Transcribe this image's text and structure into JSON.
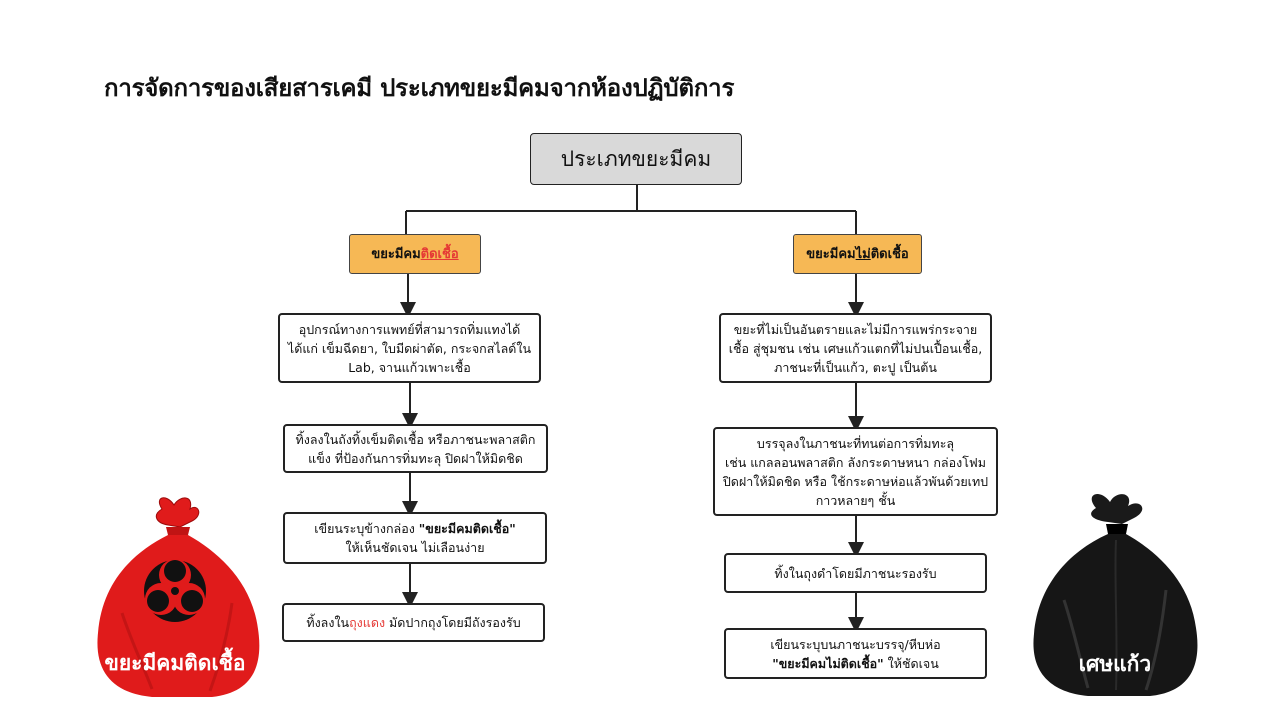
{
  "title": "การจัดการของเสียสารเคมี  ประเภทขยะมีคมจากห้องปฏิบัติการ",
  "root": "ประเภทขยะมีคม",
  "left": {
    "category": {
      "prefix": "ขยะมีคม",
      "highlight": "ติดเชื้อ"
    },
    "steps": {
      "s1": [
        "อุปกรณ์ทางการแพทย์ที่สามารถทิ่มแทงได้",
        "ได้แก่ เข็มฉีดยา, ใบมีดผ่าตัด, กระจกสไลด์ใน",
        "Lab, จานแก้วเพาะเชื้อ"
      ],
      "s2": [
        "ทิ้งลงในถังทิ้งเข็มติดเชื้อ หรือภาชนะพลาสติก",
        "แข็ง ที่ป้องกันการทิ่มทะลุ ปิดฝาให้มิดชิด"
      ],
      "s3": {
        "line1_prefix": "เขียนระบุข้างกล่อง ",
        "line1_bold": "\"ขยะมีคมติดเชื้อ\"",
        "line2": "ให้เห็นชัดเจน ไม่เลือนง่าย"
      },
      "s4": {
        "prefix": "ทิ้งลงใน",
        "red": "ถุงแดง",
        "suffix": " มัดปากถุงโดยมีถังรองรับ"
      }
    },
    "bag_label": "ขยะมีคมติดเชื้อ",
    "bag_color": "#e01b1b"
  },
  "right": {
    "category": {
      "prefix": "ขยะมีคม",
      "underline": "ไม่",
      "suffix": "ติดเชื้อ"
    },
    "steps": {
      "s1": [
        "ขยะที่ไม่เป็นอันตรายและไม่มีการแพร่กระจาย",
        "เชื้อ สู่ชุมชน เช่น เศษแก้วแตกที่ไม่ปนเปื้อนเชื้อ,",
        "ภาชนะที่เป็นแก้ว, ตะปู เป็นต้น"
      ],
      "s2": [
        "บรรจุลงในภาชนะที่ทนต่อการทิ่มทะลุ",
        "เช่น แกลลอนพลาสติก ลังกระดาษหนา กล่องโฟม",
        "ปิดฝาให้มิดชิด หรือ ใช้กระดาษห่อแล้วพันด้วยเทป",
        "กาวหลายๆ ชั้น"
      ],
      "s3": [
        "ทิ้งในถุงดำโดยมีภาชนะรองรับ"
      ],
      "s4": {
        "line1": "เขียนระบุบนภาชนะบรรจุ/หีบห่อ",
        "line2_bold": "\"ขยะมีคมไม่ติดเชื้อ\"",
        "line2_suffix": " ให้ชัดเจน"
      }
    },
    "bag_label": "เศษแก้ว",
    "bag_color": "#111111"
  },
  "colors": {
    "category_fill": "#f6b855",
    "root_fill": "#d9d9d9",
    "accent_red": "#e53935"
  }
}
